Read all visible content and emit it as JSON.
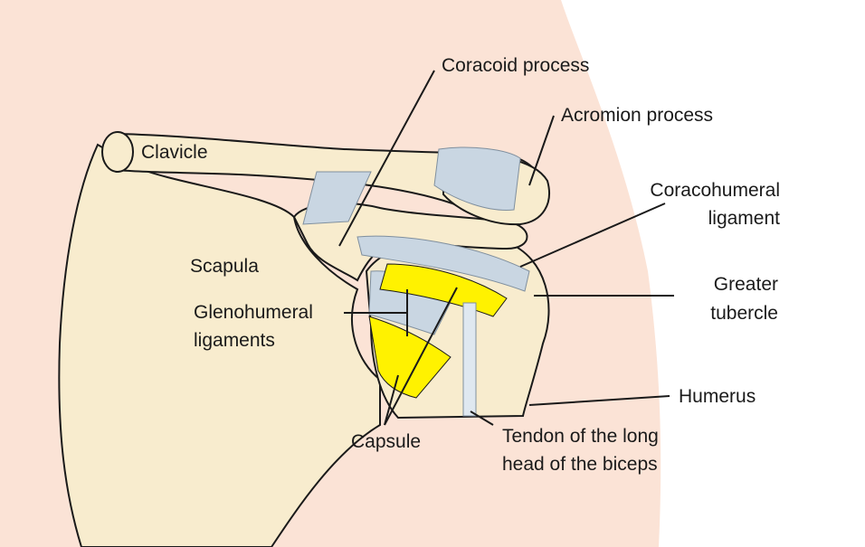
{
  "labels": {
    "coracoid": "Coracoid process",
    "acromion": "Acromion process",
    "clavicle": "Clavicle",
    "coracohumeral_1": "Coracohumeral",
    "coracohumeral_2": "ligament",
    "scapula": "Scapula",
    "greater_1": "Greater",
    "greater_2": "tubercle",
    "gleno_1": "Glenohumeral",
    "gleno_2": "ligaments",
    "humerus": "Humerus",
    "capsule": "Capsule",
    "tendon_1": "Tendon of the long",
    "tendon_2": "head of the biceps"
  },
  "colors": {
    "skin": "#fbe3d6",
    "bone": "#f8ecce",
    "ligament": "#c9d6e2",
    "capsule": "#fff200",
    "outline": "#1a1a1a"
  }
}
